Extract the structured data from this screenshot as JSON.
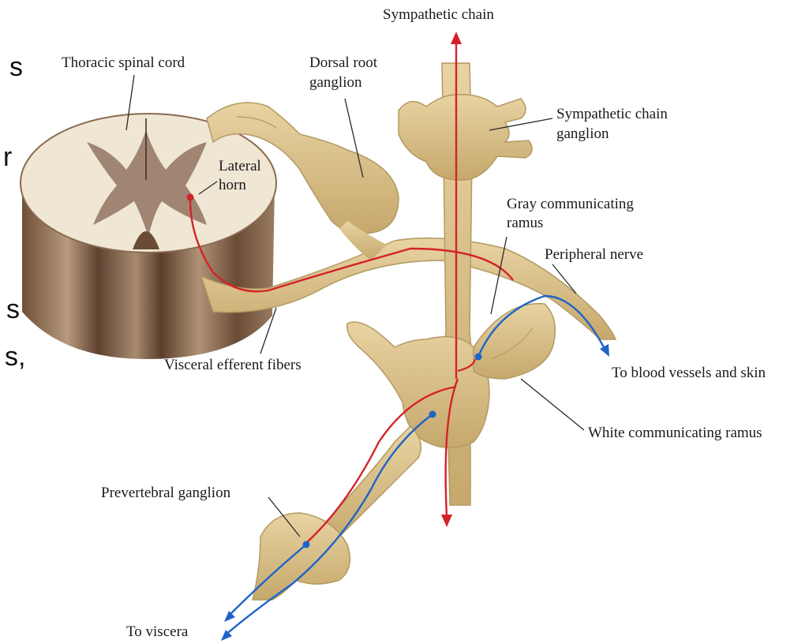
{
  "labels": {
    "sympathetic_chain_top": "Sympathetic chain",
    "thoracic_spinal_cord": "Thoracic spinal cord",
    "dorsal_root_ganglion_line1": "Dorsal root",
    "dorsal_root_ganglion_line2": "ganglion",
    "sympathetic_chain_ganglion_line1": "Sympathetic chain",
    "sympathetic_chain_ganglion_line2": "ganglion",
    "lateral_horn_line1": "Lateral",
    "lateral_horn_line2": "horn",
    "gray_ramus_line1": "Gray communicating",
    "gray_ramus_line2": "ramus",
    "peripheral_nerve": "Peripheral nerve",
    "visceral_efferent_fibers": "Visceral efferent fibers",
    "to_blood_vessels": "To blood vessels and skin",
    "white_ramus": "White communicating ramus",
    "prevertebral_ganglion": "Prevertebral ganglion",
    "to_viscera": "To viscera"
  },
  "slide_fragments": [
    "s",
    "r",
    "s",
    "s,"
  ],
  "colors": {
    "nerve": "#d9c08a",
    "nerve_outline": "#b39a62",
    "preganglionic": "#d4222a",
    "postganglionic": "#1f63c8",
    "cord_white_matter": "#f0e6d4",
    "cord_gray_matter": "#a08672",
    "cord_side": "#8a6a50"
  }
}
